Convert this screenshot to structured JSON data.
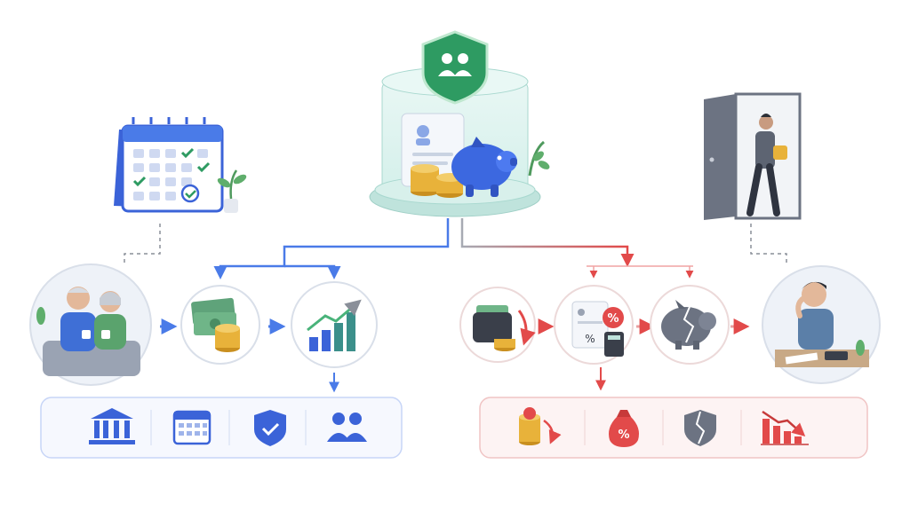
{
  "colors": {
    "positive": "#4a7be8",
    "positive_light": "#eef3fe",
    "negative": "#e24a4a",
    "negative_light": "#fdf0f0",
    "shield_green": "#2e9b62",
    "coin_gold": "#e8b23a",
    "money_green": "#5fa37a",
    "piggy_blue": "#3c68e0"
  },
  "icons": {
    "center": [
      "glass-vault",
      "family-shield",
      "piggy-bank",
      "coin-stack",
      "document"
    ],
    "top_left": [
      "calendar-checklist",
      "plant"
    ],
    "top_right": [
      "open-door",
      "person-leaving-with-coins"
    ],
    "positive_flow": [
      "retired-couple",
      "cash-and-coins",
      "growth-chart"
    ],
    "positive_legend": [
      "bank",
      "calendar",
      "shield-check",
      "family"
    ],
    "negative_flow": [
      "wallet-decline",
      "tax-calculator",
      "broken-piggy-bank",
      "stressed-man"
    ],
    "negative_legend": [
      "coins-decline",
      "percent-money-bag",
      "broken-shield",
      "declining-chart"
    ]
  },
  "labels": {
    "percent_symbol": "%"
  }
}
